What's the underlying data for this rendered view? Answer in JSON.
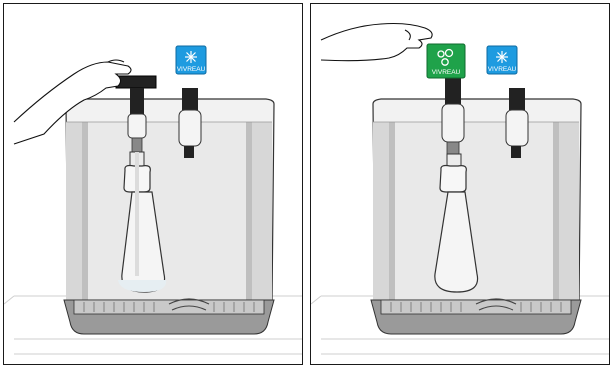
{
  "badges": {
    "left_panel": {
      "label": "VIVREAU",
      "color": "#1e9be0"
    },
    "right_panel_handle": {
      "label": "VIVREAU",
      "color": "#1fa24a"
    },
    "right_panel_tap2": {
      "label": "VIVREAU",
      "color": "#1e9be0"
    }
  },
  "icons": {
    "water_symbol": "snowflake-like water icon",
    "sparkling_symbol": "bubbles icon"
  }
}
